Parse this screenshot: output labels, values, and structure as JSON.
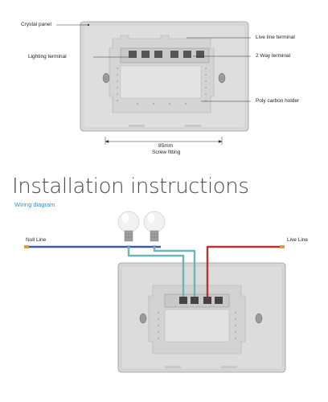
{
  "top_diagram": {
    "crystal_panel": "Crystal panel",
    "lighting_terminal": "Lighting terminal",
    "live_line_terminal": "Live line terminal",
    "two_way_terminal": "2 Way terminal",
    "poly_carbon_holder": "Poly carbon holder",
    "dimension": "85mm",
    "screw_fitting": "Screw fitting"
  },
  "installation": {
    "title": "Installation instructions",
    "subtitle": "Wiring diagram",
    "null_line": "Null Line",
    "live_line": "Live Line"
  },
  "colors": {
    "panel": "#d9d9d9",
    "null_wire": "#3b5ca8",
    "live_wire": "#b83232",
    "bulb_wire": "#6fb3b8",
    "accent_blue": "#3d8ec9"
  }
}
